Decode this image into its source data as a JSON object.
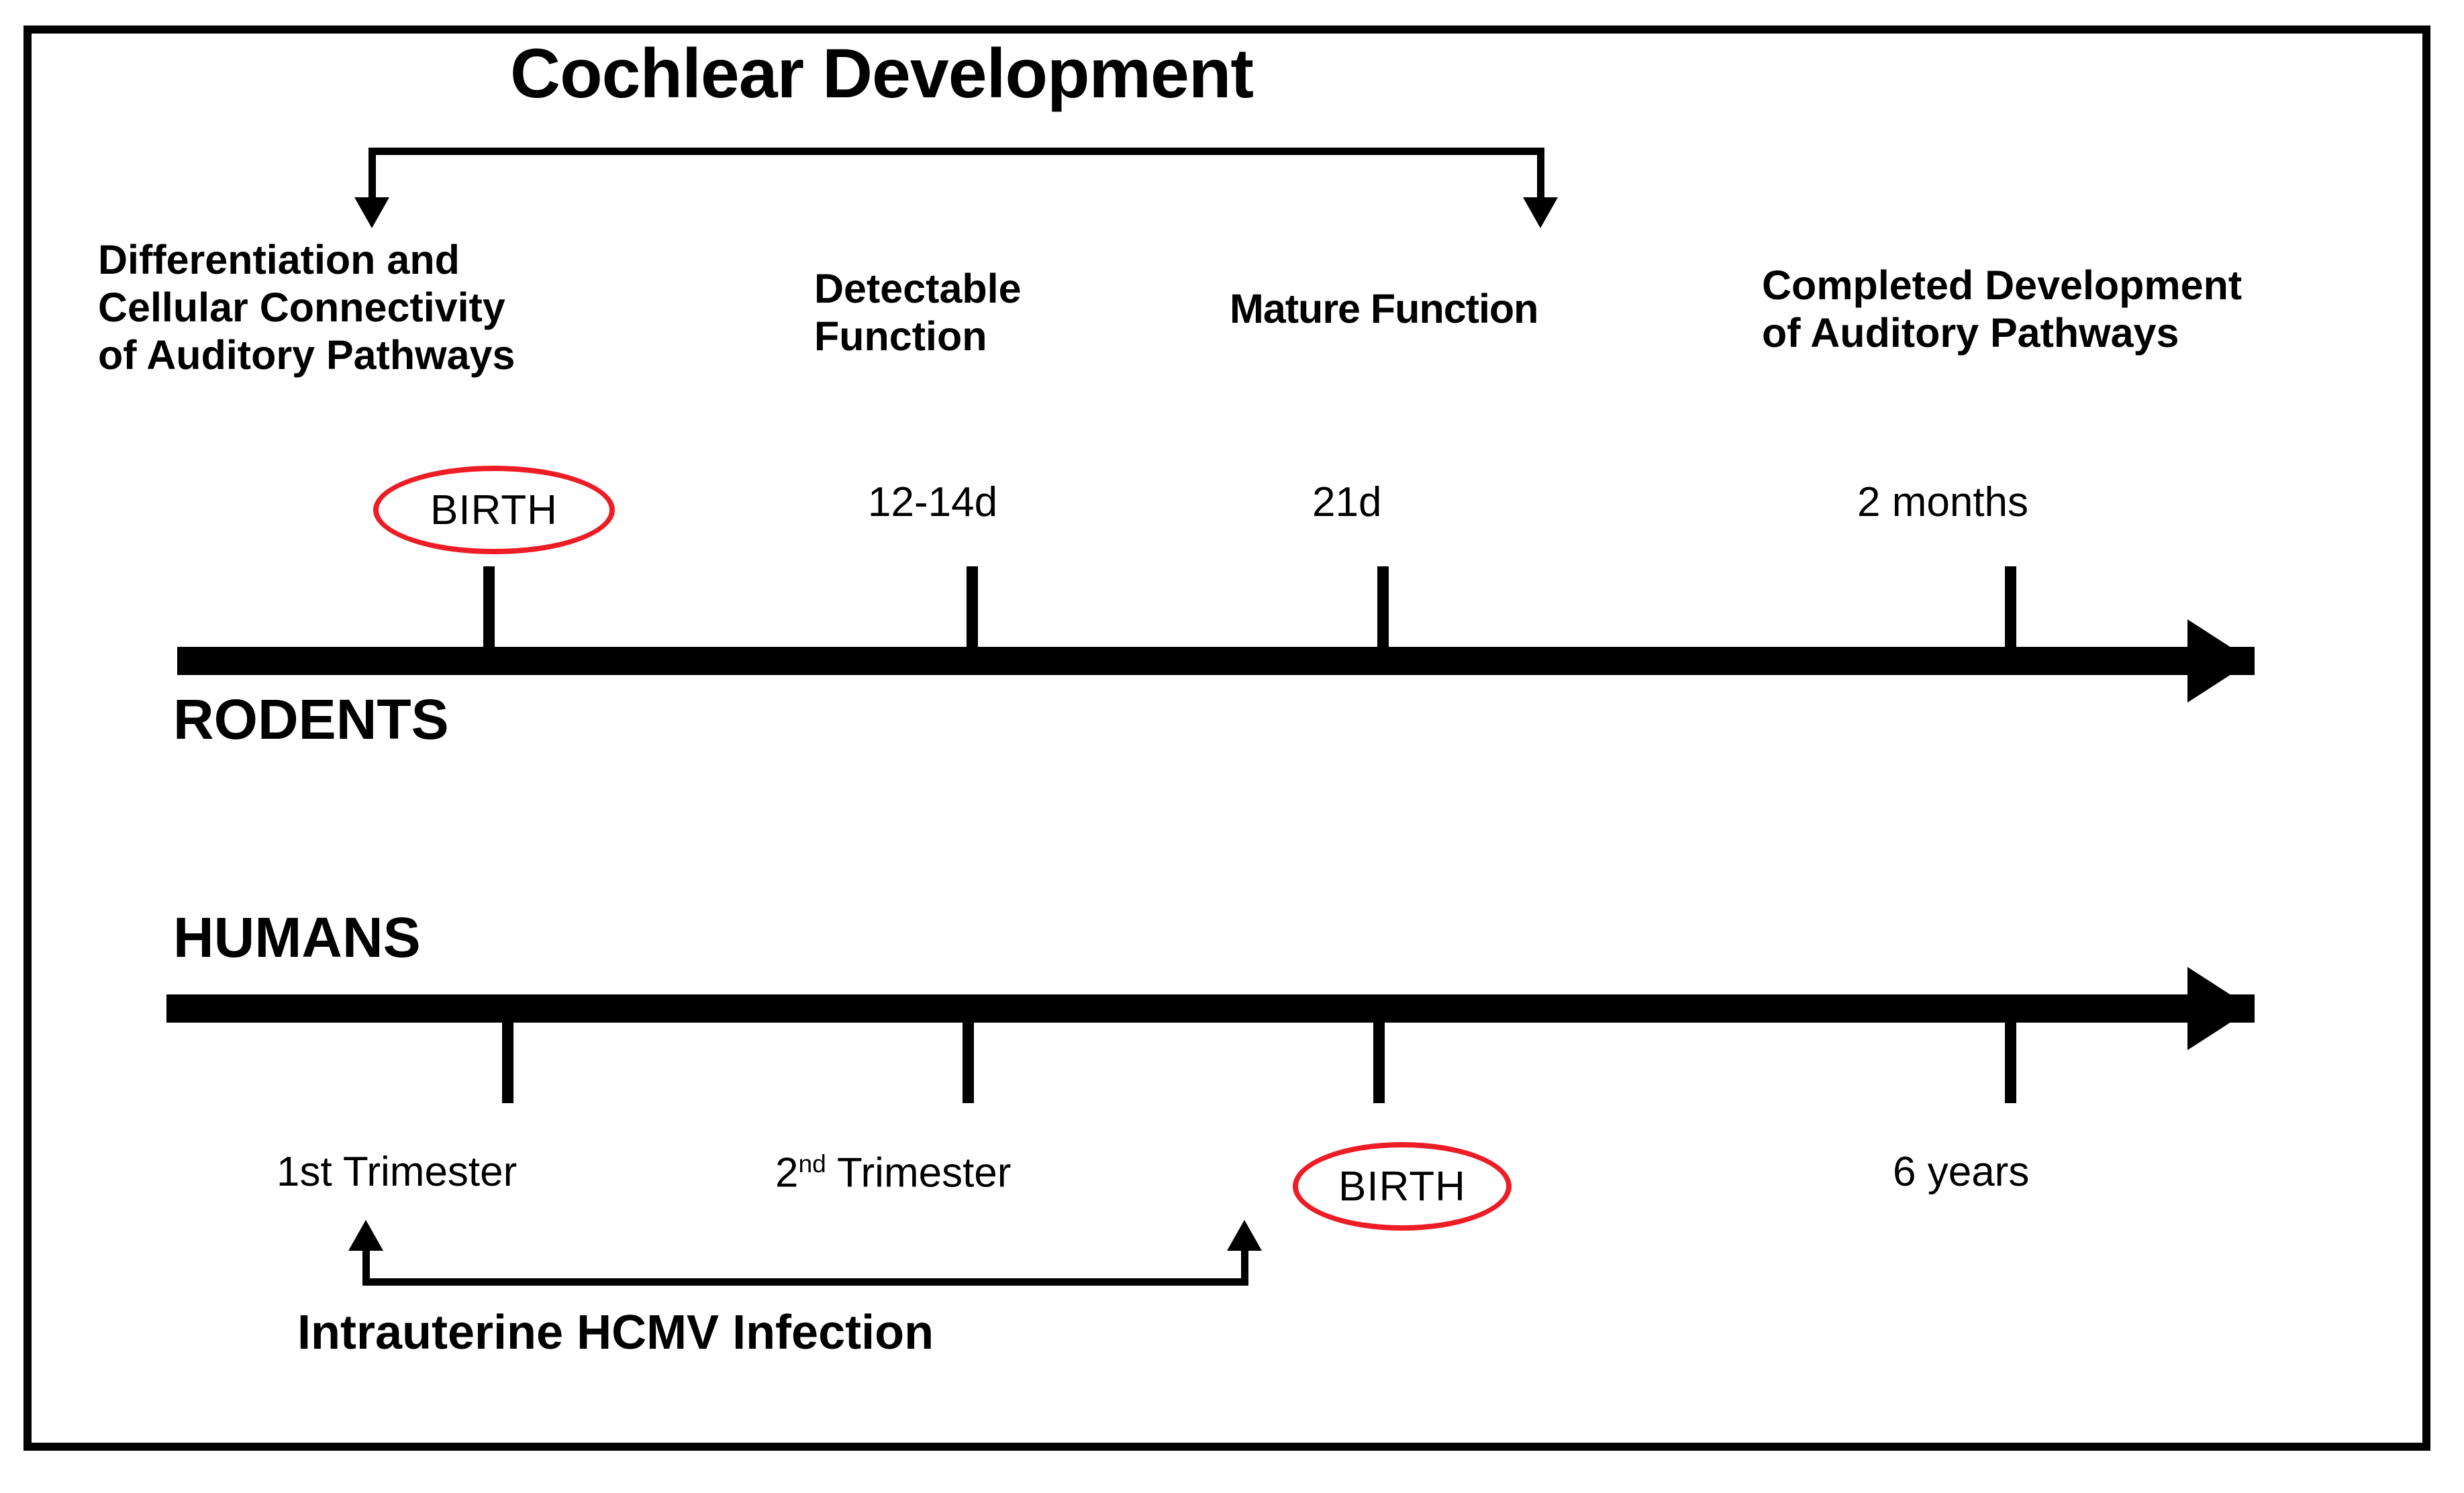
{
  "figure": {
    "title": "Cochlear Development",
    "border_color": "#000000",
    "background": "#ffffff",
    "highlight_color": "#ee1c25"
  },
  "stages": [
    {
      "id": "differentiation",
      "lines": [
        "Differentiation and",
        "Cellular Connectivity",
        "of Auditory Pathways"
      ]
    },
    {
      "id": "detectable",
      "lines": [
        "Detectable",
        "Function"
      ]
    },
    {
      "id": "mature",
      "lines": [
        "Mature Function"
      ]
    },
    {
      "id": "completed",
      "lines": [
        "Completed Development",
        "of Auditory Pathways"
      ]
    }
  ],
  "stage_text": {
    "differentiation_l1": "Differentiation and",
    "differentiation_l2": "Cellular Connectivity",
    "differentiation_l3": "of Auditory Pathways",
    "detectable_l1": "Detectable",
    "detectable_l2": "Function",
    "mature_l1": "Mature Function",
    "completed_l1": "Completed Development",
    "completed_l2": "of Auditory Pathways"
  },
  "rodents": {
    "species_label": "RODENTS",
    "timepoints": [
      {
        "label": "BIRTH",
        "highlighted": true
      },
      {
        "label": "12-14d",
        "highlighted": false
      },
      {
        "label": "21d",
        "highlighted": false
      },
      {
        "label": "2 months",
        "highlighted": false
      }
    ],
    "tp0": "BIRTH",
    "tp1": "12-14d",
    "tp2": "21d",
    "tp3": "2 months"
  },
  "humans": {
    "species_label": "HUMANS",
    "timepoints": [
      {
        "label": "1st Trimester",
        "highlighted": false
      },
      {
        "label": "2nd Trimester",
        "highlighted": false
      },
      {
        "label": "BIRTH",
        "highlighted": true
      },
      {
        "label": "6 years",
        "highlighted": false
      }
    ],
    "tp0_main": "1st Trimester",
    "tp1_num": "2",
    "tp1_sup": "nd",
    "tp1_rest": " Trimester",
    "tp2": "BIRTH",
    "tp3": "6 years"
  },
  "infection": {
    "caption": "Intrauterine HCMV Infection",
    "spans_from": "1st Trimester",
    "spans_to": "2nd Trimester"
  },
  "icons": {
    "bracket_arrow_left": "arrow-down-icon",
    "bracket_arrow_right": "arrow-down-icon",
    "timeline_arrowhead": "arrow-right-icon",
    "infection_arrow_left": "arrow-up-icon",
    "infection_arrow_right": "arrow-up-icon"
  }
}
